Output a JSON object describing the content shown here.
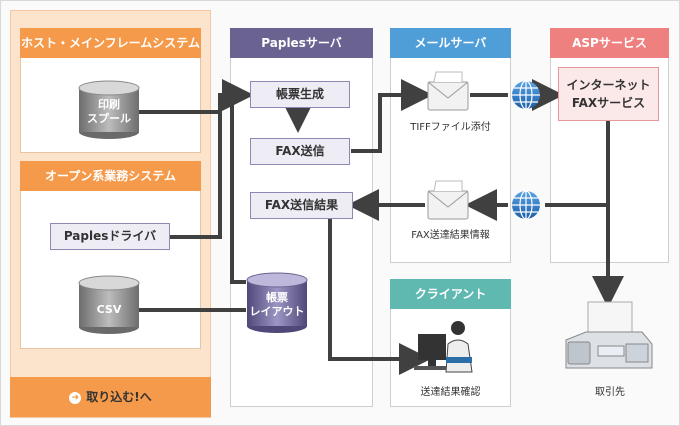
{
  "columns": {
    "left": {
      "host_header": "ホスト・メインフレームシステム",
      "open_header": "オープン系業務システム",
      "spool_label_line1": "印刷",
      "spool_label_line2": "スプール",
      "driver_label": "Paplesドライバ",
      "csv_label": "CSV",
      "bottom_link": "取り込む!へ"
    },
    "paples": {
      "header": "Paplesサーバ",
      "form_gen": "帳票生成",
      "fax_send": "FAX送信",
      "fax_result": "FAX送信結果",
      "layout_line1": "帳票",
      "layout_line2": "レイアウト"
    },
    "mail": {
      "header": "メールサーバ",
      "tiff_caption": "TIFFファイル添付",
      "result_info_caption": "FAX送達結果情報"
    },
    "client": {
      "header": "クライアント",
      "caption": "送達結果確認"
    },
    "asp": {
      "header": "ASPサービス",
      "service_line1": "インターネット",
      "service_line2": "FAXサービス",
      "destination_caption": "取引先"
    }
  },
  "colors": {
    "orange": "#f49a4a",
    "purple": "#6a6391",
    "blue": "#4f9ed8",
    "pink": "#ef8080",
    "teal": "#5fb9b0",
    "arrow": "#404040"
  },
  "icons": [
    "envelope-icon",
    "globe-icon",
    "person-at-computer-icon",
    "fax-machine-icon",
    "arrow-circle-icon"
  ]
}
